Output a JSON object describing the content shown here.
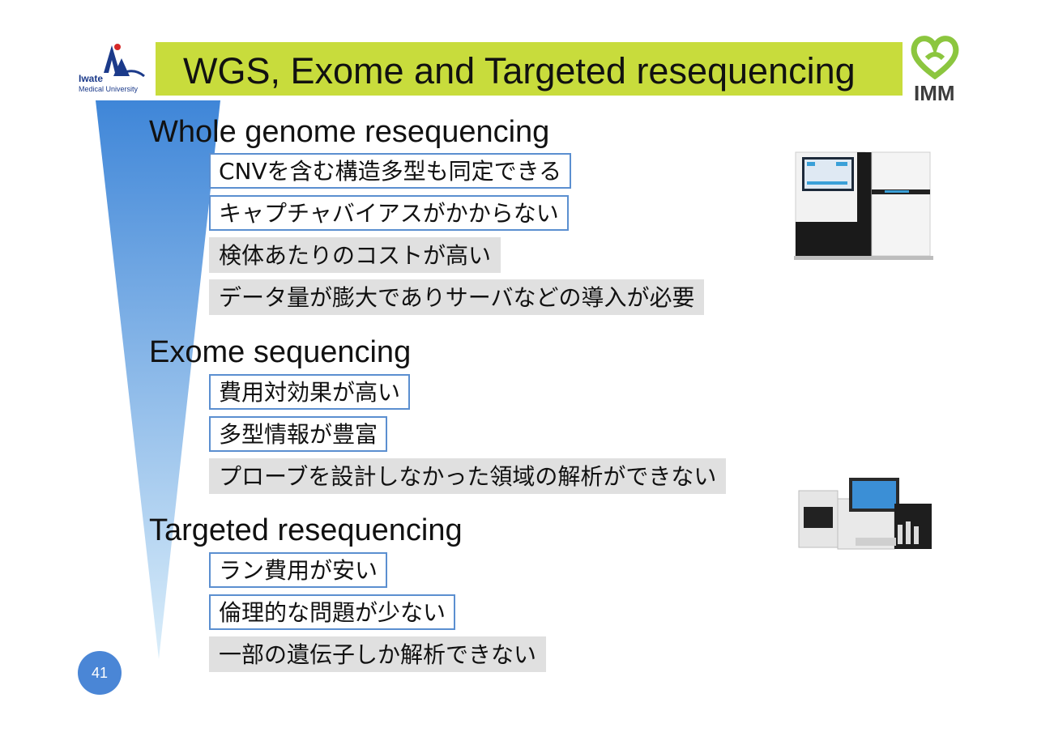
{
  "slide": {
    "title": "WGS, Exome and Targeted resequencing",
    "page_number": "41",
    "university_logo": {
      "line1": "Iwate",
      "line2": "Medical University",
      "icon": "iwate-medical-university-logo"
    },
    "imm_logo": {
      "text": "IMM",
      "icon": "green-heart-logo"
    },
    "colors": {
      "title_bar": "#c8dc3c",
      "wedge_top": "#3f86d8",
      "wedge_bottom": "#dbeefa",
      "pro_border": "#5b8fd0",
      "con_fill": "#e0e0e0",
      "page_badge": "#4a86d6"
    }
  },
  "sections": [
    {
      "heading": "Whole genome resequencing",
      "items": [
        {
          "text": "CNVを含む構造多型も同定できる",
          "kind": "pro"
        },
        {
          "text": "キャプチャバイアスがかからない",
          "kind": "pro"
        },
        {
          "text": "検体あたりのコストが高い",
          "kind": "con"
        },
        {
          "text": "データ量が膨大でありサーバなどの導入が必要",
          "kind": "con"
        }
      ]
    },
    {
      "heading": "Exome sequencing",
      "items": [
        {
          "text": "費用対効果が高い",
          "kind": "pro"
        },
        {
          "text": "多型情報が豊富",
          "kind": "pro"
        },
        {
          "text": "プローブを設計しなかった領域の解析ができない",
          "kind": "con"
        }
      ]
    },
    {
      "heading": "Targeted resequencing",
      "items": [
        {
          "text": "ラン費用が安い",
          "kind": "pro"
        },
        {
          "text": "倫理的な問題が少ない",
          "kind": "pro"
        },
        {
          "text": "一部の遺伝子しか解析できない",
          "kind": "con"
        }
      ]
    }
  ],
  "images": {
    "large_sequencer": "large-sequencer-image",
    "benchtop_sequencer": "benchtop-sequencer-image"
  }
}
